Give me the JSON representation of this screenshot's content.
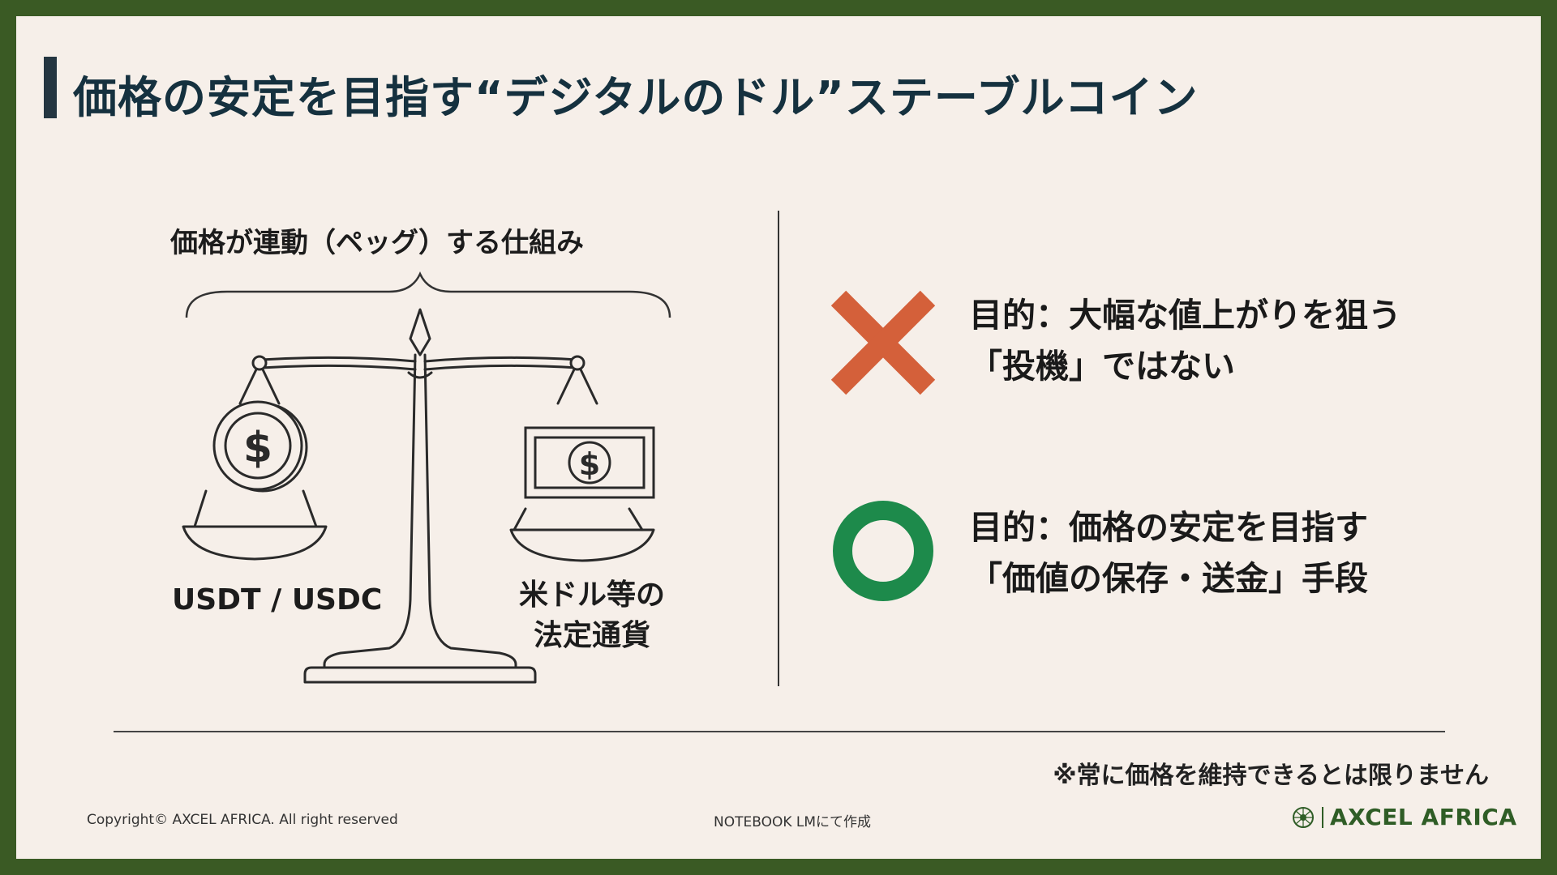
{
  "title": "価格の安定を目指す“デジタルのドル”ステーブルコイン",
  "illustration": {
    "peg_label": "価格が連動（ペッグ）する仕組み",
    "left_label": "USDT / USDC",
    "right_label_line1": "米ドル等の",
    "right_label_line2": "法定通貨"
  },
  "points": [
    {
      "icon": "cross-icon",
      "color": "#d4603a",
      "line1": "目的：大幅な値上がりを狙う",
      "line2": "「投機」ではない"
    },
    {
      "icon": "circle-icon",
      "color": "#1d8a4b",
      "line1": "目的：価格の安定を目指す",
      "line2": "「価値の保存・送金」手段"
    }
  ],
  "note": "※常に価格を維持できるとは限りません",
  "footer": {
    "copyright": "Copyright©  AXCEL AFRICA. All right reserved",
    "credit": "NOTEBOOK LMにて作成",
    "brand": "AXCEL AFRICA"
  },
  "colors": {
    "frame": "#3a5a24",
    "background": "#f6efe9",
    "title": "#15313f",
    "brand": "#2f5d26"
  }
}
